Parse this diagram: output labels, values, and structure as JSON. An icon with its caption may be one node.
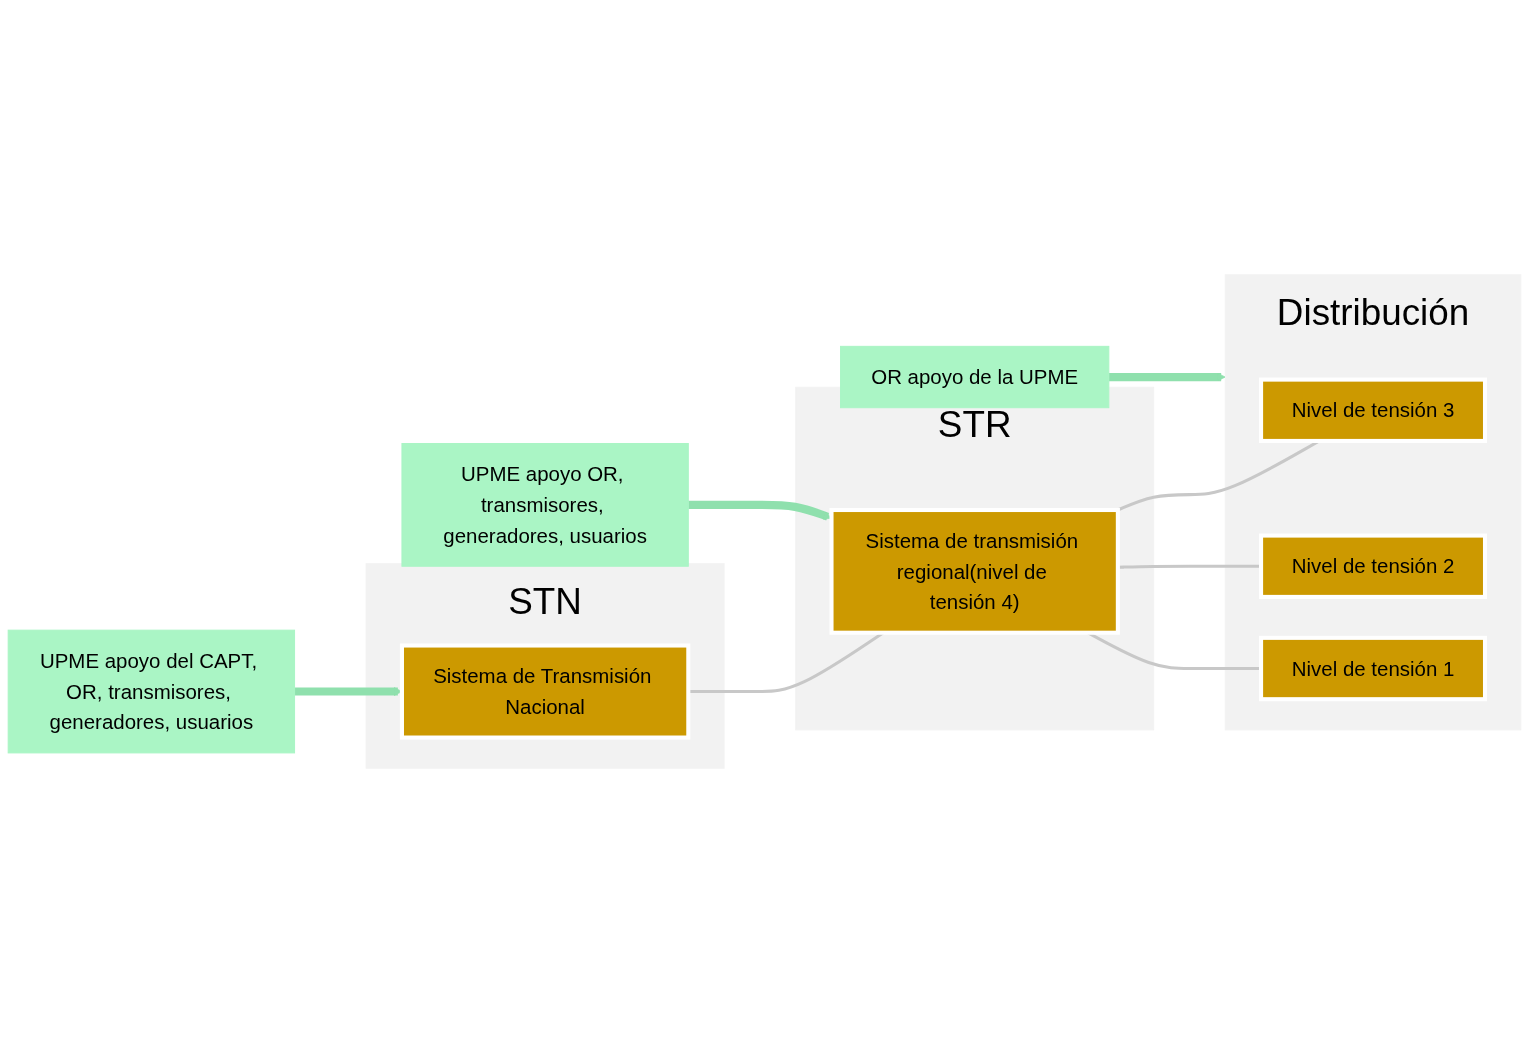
{
  "diagram": {
    "nodes": [
      {
        "text": [
          "STN"
        ]
      },
      {
        "text": [
          "Sistema de Transmisión Nacional"
        ],
        "in": 0
      },
      {
        "text": [
          "STR"
        ]
      },
      {
        "text": [
          "Sistema de transmisión regional(nivel de tensión 4)"
        ],
        "in": 2
      },
      {
        "text": [
          "Distribución"
        ]
      },
      {
        "text": [
          "Nivel de tensión 3"
        ],
        "in": 4
      },
      {
        "text": [
          "Nivel de tensión 2"
        ],
        "in": 4
      },
      {
        "text": [
          "Nivel de tensión 1"
        ],
        "in": 4
      },
      {
        "text": [
          "UPME apoyo del CAPT, OR, transmisores, generadores, usuarios"
        ]
      },
      {
        "text": [
          "UPME apoyo OR, transmisores, generadores, usuarios"
        ]
      },
      {
        "text": [
          "OR apoyo de la UPME"
        ]
      }
    ],
    "edges": [
      {
        "from": 1,
        "to": 3,
        "arrow": "none"
      },
      {
        "from": 3,
        "to": 5,
        "arrow": "none"
      },
      {
        "from": 3,
        "to": 6,
        "arrow": "none"
      },
      {
        "from": 3,
        "to": 7,
        "arrow": "none"
      },
      {
        "from": 8,
        "to": 1,
        "arrow": "to",
        "style": "thick",
        "color": "#8fe0ad"
      },
      {
        "from": 9,
        "to": 3,
        "arrow": "to",
        "style": "thick",
        "color": "#8fe0ad"
      },
      {
        "from": 10,
        "to": 4,
        "arrow": "to",
        "style": "thick",
        "color": "#8fe0ad"
      }
    ]
  }
}
